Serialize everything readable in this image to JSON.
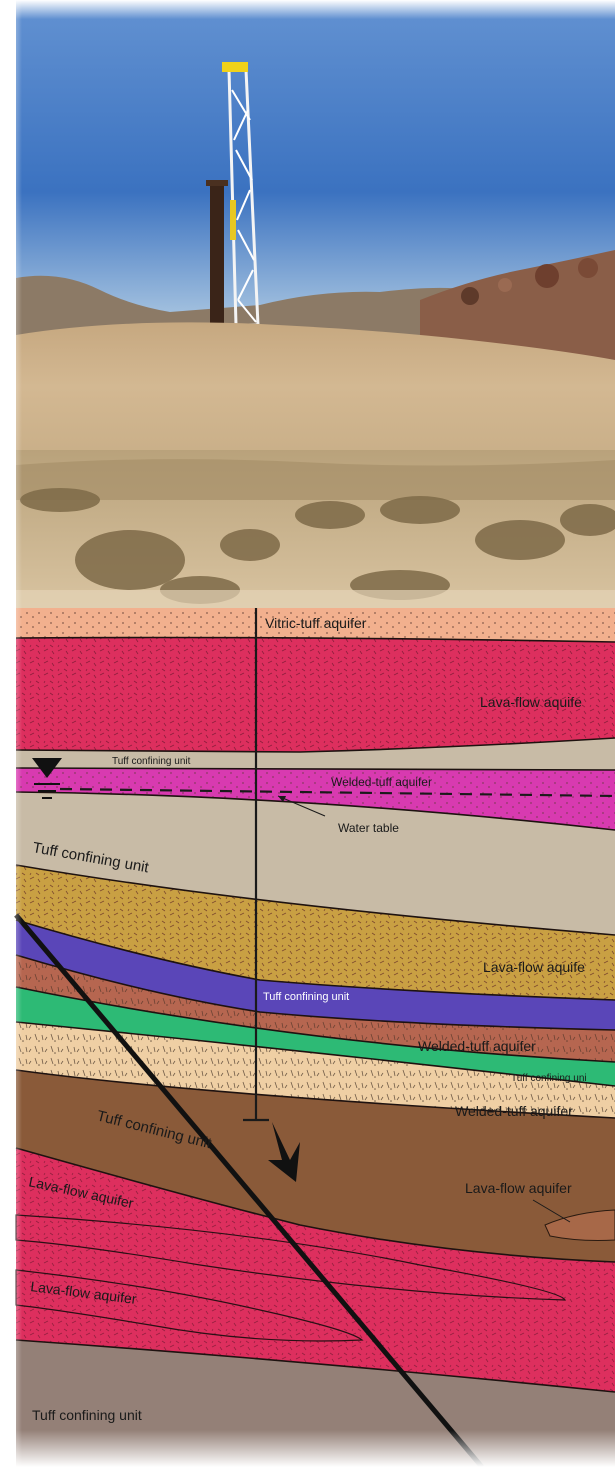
{
  "labels": {
    "vitric_tuff_aquifer": "Vitric-tuff aquifer",
    "lava_flow_aquifer_upper": "Lava-flow aquife",
    "tuff_confining_unit_thin": "Tuff confining unit",
    "welded_tuff_aquifer_upper": "Welded-tuff aquifer",
    "water_table": "Water table",
    "tuff_confining_unit_left": "Tuff confining unit",
    "lava_flow_aquifer_middle": "Lava-flow aquife",
    "tuff_confining_unit_purple": "Tuff confining unit",
    "welded_tuff_aquifer_middle": "Welded-tuff aquifer",
    "tuff_confining_unit_green": "Tuff confining uni",
    "welded_tuff_aquifer_lower": "Welded-tuff aquifer",
    "tuff_confining_unit_brown": "Tuff confining unit",
    "lava_flow_aquifer_lens_right": "Lava-flow aquifer",
    "lava_flow_aquifer_lower_1": "Lava-flow aquifer",
    "lava_flow_aquifer_lower_2": "Lava-flow aquifer",
    "tuff_confining_unit_bottom": "Tuff confining unit"
  },
  "colors": {
    "sky_top": "#3f74c2",
    "sky_bottom": "#a9c6e2",
    "ground": "#c9ad86",
    "vegetation": "#a8936a",
    "vitric_tuff": "#f2b08e",
    "lava_red": "#dd2f5e",
    "tuff_tan": "#c8bba6",
    "welded_magenta": "#d83ab0",
    "lava_gold": "#c9a043",
    "tuff_purple": "#5a46b8",
    "welded_rust": "#b66650",
    "tuff_green": "#2dba75",
    "welded_beige": "#efcfa4",
    "tuff_brown": "#8a5a39",
    "tuff_grey_brown": "#948077"
  }
}
